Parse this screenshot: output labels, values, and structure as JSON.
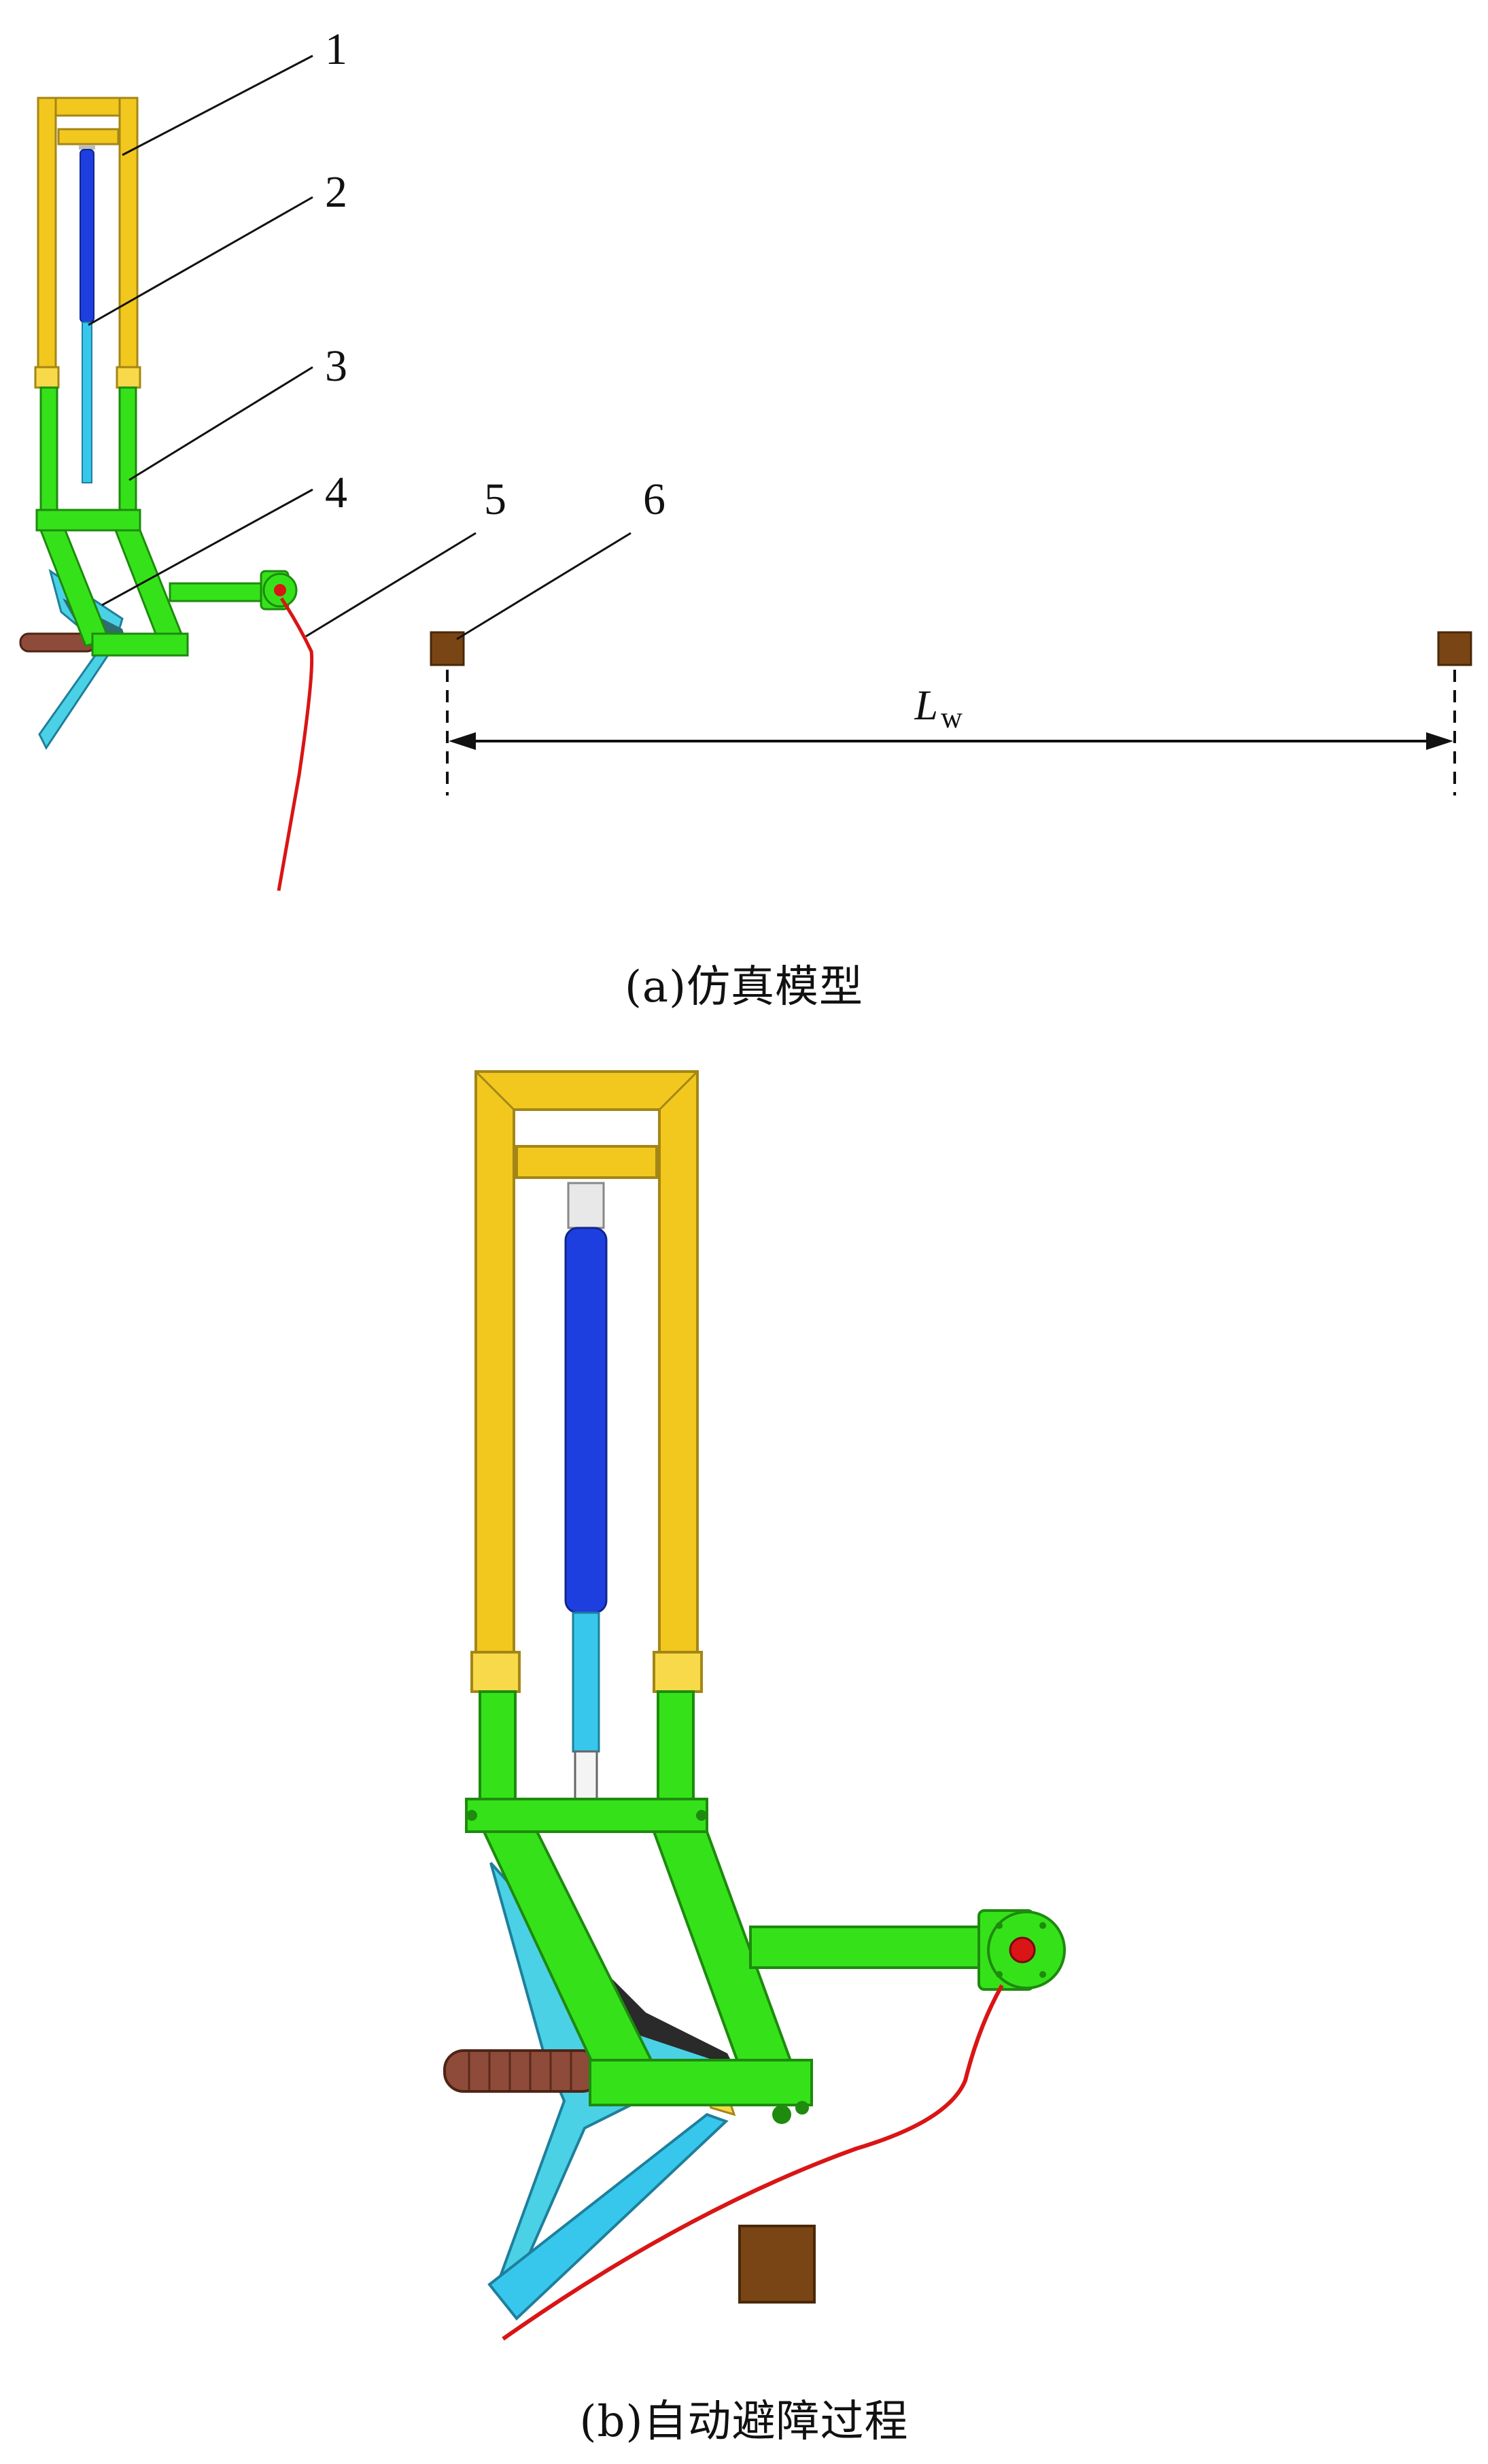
{
  "panel_a": {
    "caption": "(a)仿真模型",
    "callouts": [
      "1",
      "2",
      "3",
      "4",
      "5",
      "6"
    ],
    "dimension": {
      "symbol": "L",
      "subscript": "w"
    }
  },
  "panel_b": {
    "caption": "(b)自动避障过程"
  },
  "colors": {
    "frame_yellow": "#F2C81E",
    "frame_green": "#35E21A",
    "cylinder_blue": "#1E3FE0",
    "rod_cyan": "#38C7EC",
    "shank_cyan": "#4BD1E6",
    "obstacle_brown": "#7A4514",
    "wire_red": "#D91515"
  }
}
